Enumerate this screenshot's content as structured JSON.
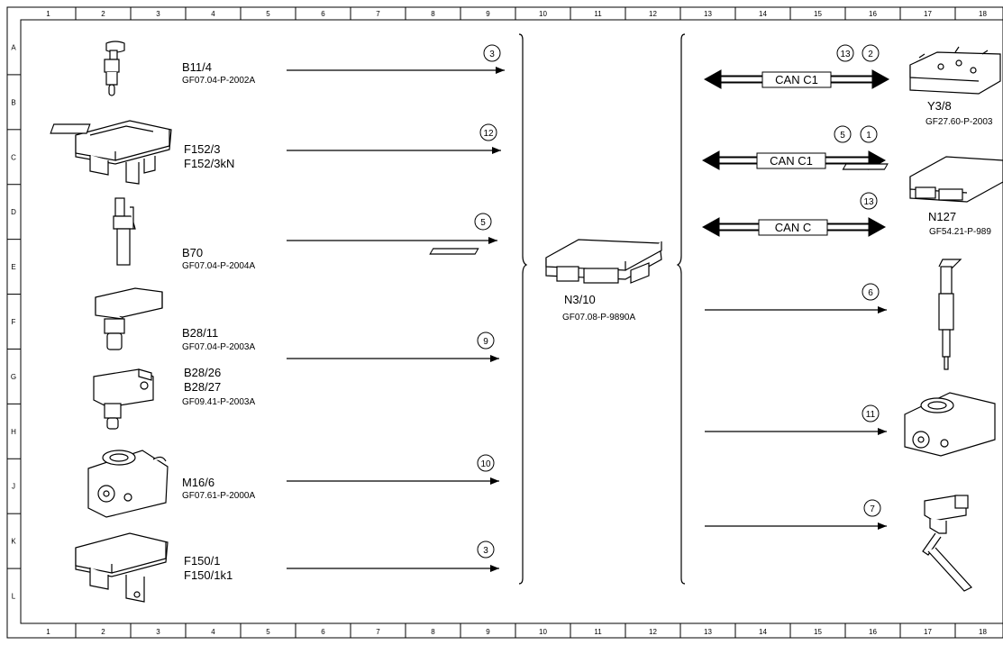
{
  "grid": {
    "columns": [
      "1",
      "2",
      "3",
      "4",
      "5",
      "6",
      "7",
      "8",
      "9",
      "10",
      "11",
      "12",
      "13",
      "14",
      "15",
      "16",
      "17",
      "18"
    ],
    "rows": [
      "A",
      "B",
      "C",
      "D",
      "E",
      "F",
      "G",
      "H",
      "J",
      "K",
      "L"
    ]
  },
  "inputs": [
    {
      "id": "b11-4",
      "labels": [
        "B11/4"
      ],
      "ref": "GF07.04-P-2002A",
      "circle": "3"
    },
    {
      "id": "f152-3",
      "labels": [
        "F152/3",
        "F152/3kN"
      ],
      "ref": "",
      "circle": "12"
    },
    {
      "id": "b70",
      "labels": [
        "B70"
      ],
      "ref": "GF07.04-P-2004A",
      "circle": "5"
    },
    {
      "id": "b28-11",
      "labels": [
        "B28/11"
      ],
      "ref": "GF07.04-P-2003A",
      "circle": "9"
    },
    {
      "id": "b28-26",
      "labels": [
        "B28/26",
        "B28/27"
      ],
      "ref": "GF09.41-P-2003A",
      "circle": ""
    },
    {
      "id": "m16-6",
      "labels": [
        "M16/6"
      ],
      "ref": "GF07.61-P-2000A",
      "circle": "10"
    },
    {
      "id": "f150-1",
      "labels": [
        "F150/1",
        "F150/1k1"
      ],
      "ref": "",
      "circle": "3"
    }
  ],
  "center": {
    "label": "N3/10",
    "ref": "GF07.08-P-9890A"
  },
  "can_buses": [
    {
      "label": "CAN C1",
      "circles": [
        "13",
        "2"
      ]
    },
    {
      "label": "CAN C1",
      "circles": [
        "5",
        "1"
      ]
    },
    {
      "label": "CAN C",
      "circles": [
        "13"
      ]
    }
  ],
  "outputs_right": [
    {
      "id": "y3-8",
      "label": "Y3/8",
      "ref": "GF27.60-P-2003"
    },
    {
      "id": "n127",
      "label": "N127",
      "ref": "GF54.21-P-989"
    }
  ],
  "out_arrows": [
    {
      "circle": "6"
    },
    {
      "circle": "11"
    },
    {
      "circle": "7"
    }
  ]
}
